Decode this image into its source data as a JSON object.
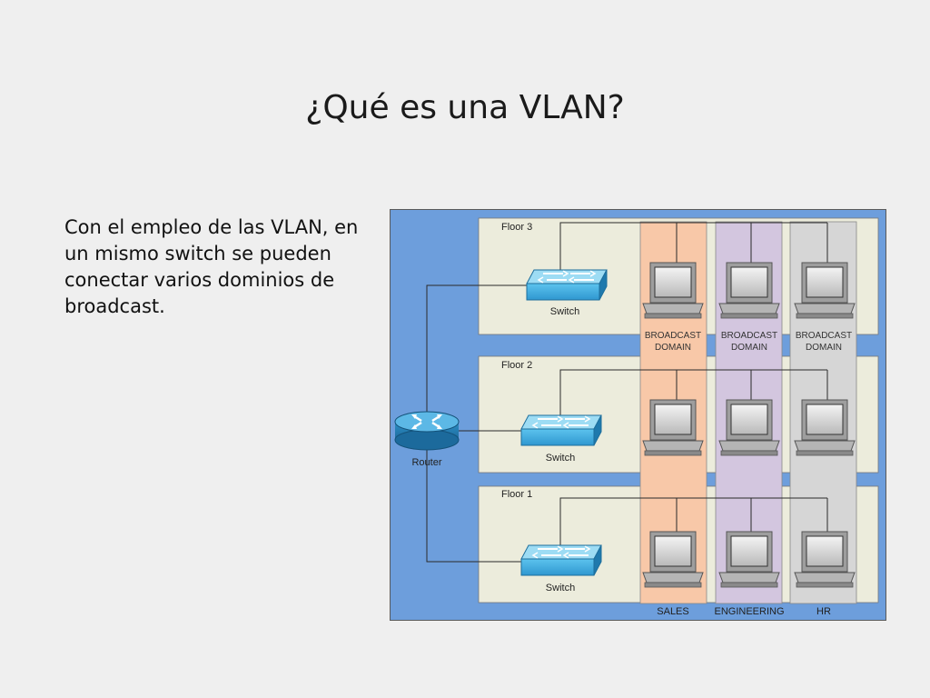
{
  "title": "¿Qué es una VLAN?",
  "body": "Con el empleo de las VLAN, en un mismo switch se pueden conectar varios dominios de broadcast.",
  "diagram": {
    "floors": [
      "Floor 3",
      "Floor 2",
      "Floor 1"
    ],
    "switch_label": "Switch",
    "router_label": "Router",
    "domain_label_line1": "BROADCAST",
    "domain_label_line2": "DOMAIN",
    "columns": [
      {
        "label": "SALES",
        "color": "#f8c8a8"
      },
      {
        "label": "ENGINEERING",
        "color": "#d3c6df"
      },
      {
        "label": "HR",
        "color": "#d6d6d6"
      }
    ],
    "colors": {
      "frame": "#6d9edc",
      "floor": "#ececdc",
      "switch": "#3aa2d8",
      "router": "#3aa2d8"
    }
  }
}
